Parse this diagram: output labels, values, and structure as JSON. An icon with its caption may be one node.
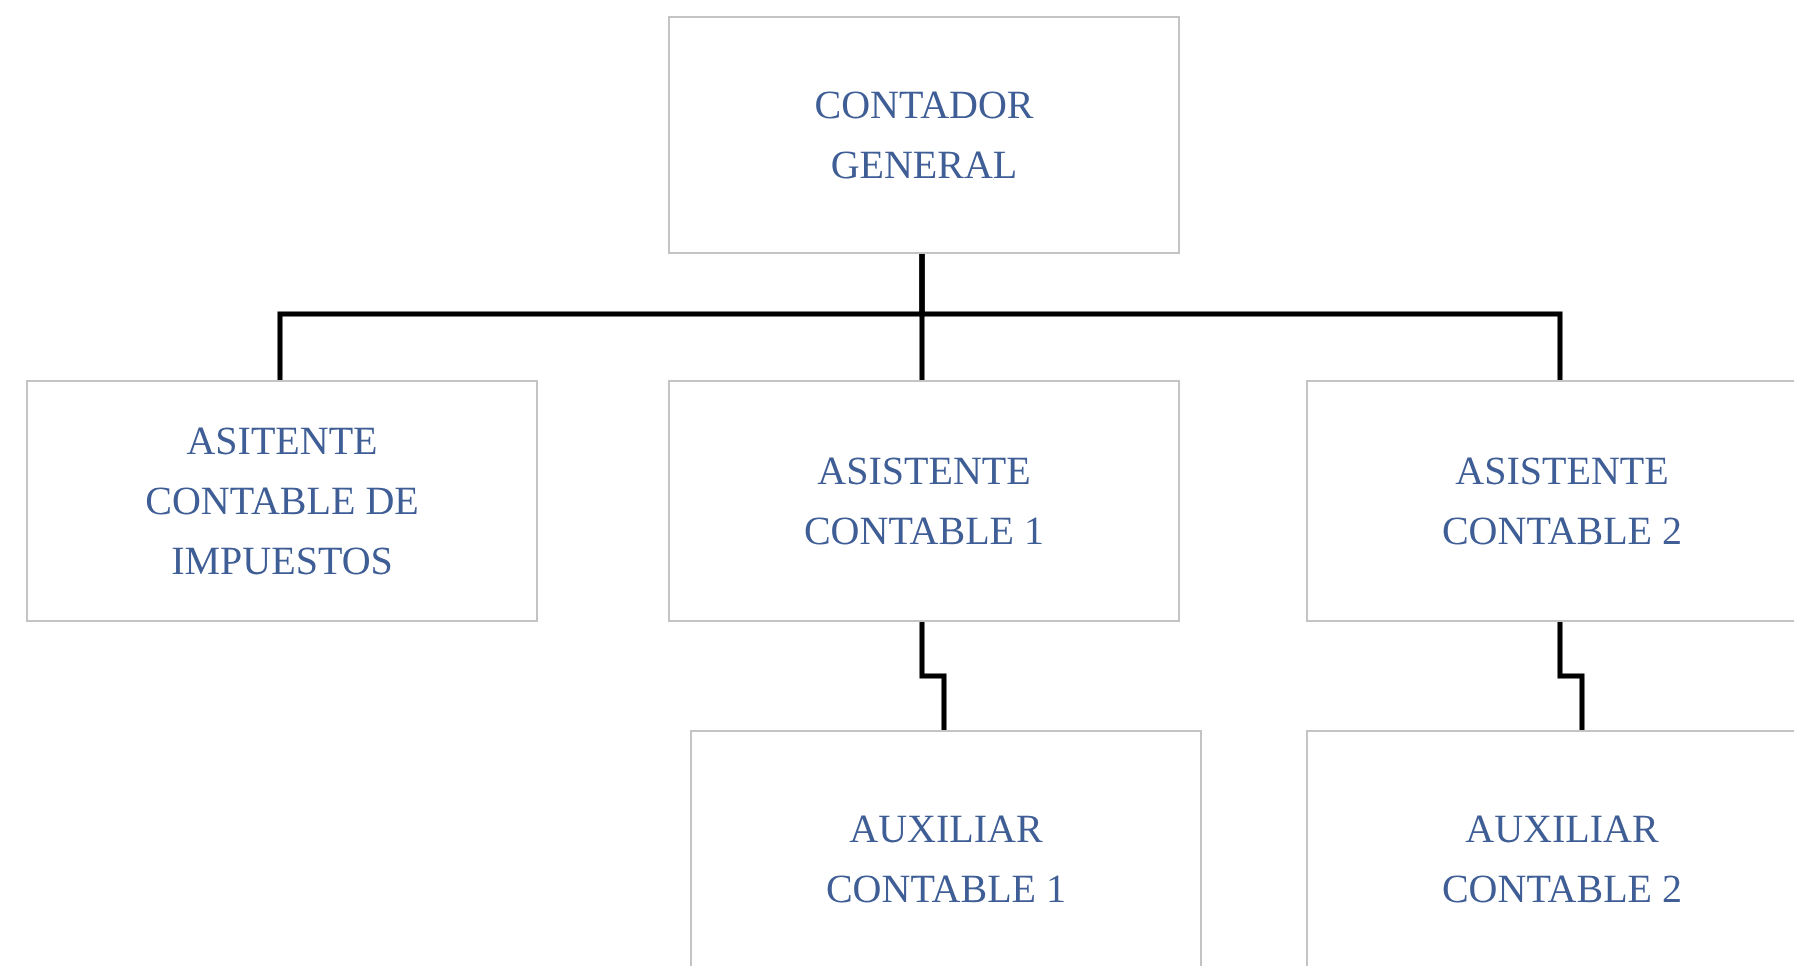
{
  "diagram": {
    "nodes": [
      {
        "text": [
          "CONTADOR GENERAL"
        ]
      },
      {
        "text": [
          "ASITENTE CONTABLE DE IMPUESTOS"
        ]
      },
      {
        "text": [
          "ASISTENTE CONTABLE 1"
        ]
      },
      {
        "text": [
          "ASISTENTE CONTABLE 2"
        ]
      },
      {
        "text": [
          "AUXILIAR CONTABLE 1"
        ]
      },
      {
        "text": [
          "AUXILIAR CONTABLE 2"
        ]
      }
    ],
    "edges": [
      {
        "from": 0,
        "to": 1,
        "arrow": "none"
      },
      {
        "from": 0,
        "to": 2,
        "arrow": "none"
      },
      {
        "from": 0,
        "to": 3,
        "arrow": "none"
      },
      {
        "from": 2,
        "to": 4,
        "arrow": "none"
      },
      {
        "from": 3,
        "to": 5,
        "arrow": "none"
      }
    ]
  }
}
